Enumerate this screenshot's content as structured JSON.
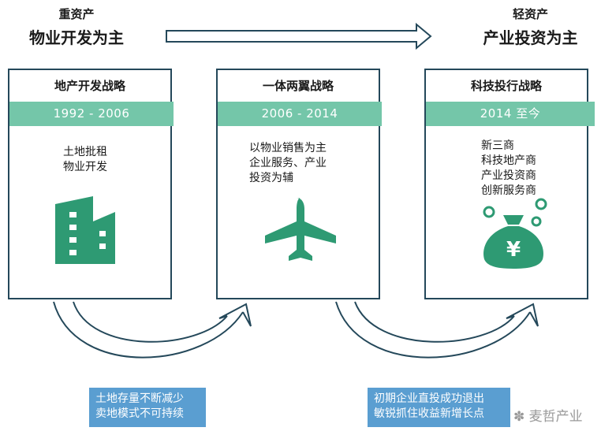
{
  "header": {
    "left": {
      "sub": "重资产",
      "main": "物业开发为主"
    },
    "right": {
      "sub": "轻资产",
      "main": "产业投资为主"
    }
  },
  "stages": [
    {
      "title": "地产开发战略",
      "period": "1992 - 2006",
      "lines": [
        "土地批租",
        "物业开发"
      ],
      "icon": "building-icon"
    },
    {
      "title": "一体两翼战略",
      "period": "2006 - 2014",
      "lines": [
        "以物业销售为主",
        "企业服务、产业",
        "投资为辅"
      ],
      "icon": "airplane-icon"
    },
    {
      "title": "科技投行战略",
      "period": "2014 至今",
      "lines": [
        "新三商",
        "科技地产商",
        "产业投资商",
        "创新服务商"
      ],
      "icon": "money-bag-icon"
    }
  ],
  "transitions": [
    {
      "lines": [
        "土地存量不断减少",
        "卖地模式不可持续"
      ]
    },
    {
      "lines": [
        "初期企业直投成功退出",
        "敏锐抓住收益新增长点"
      ]
    }
  ],
  "icon_glyphs": {
    "money_bag": "¥"
  },
  "watermark": "麦哲产业",
  "colors": {
    "accent_green": "#74c6a9",
    "icon_green": "#2e9a73",
    "border": "#24485a",
    "note_blue": "#5a9ed1"
  }
}
